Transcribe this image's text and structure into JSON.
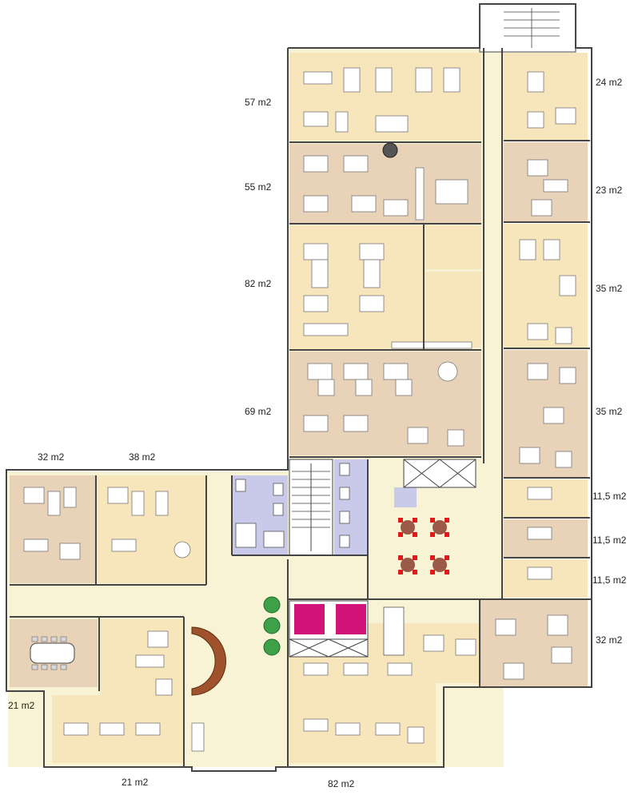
{
  "colors": {
    "room_yellow": "#f7e5bb",
    "room_tan": "#e8d2b8",
    "corridor": "#f8f3d4",
    "wc_blue": "#c9c9ea",
    "wall": "#444444",
    "furniture": "#c8c8c8",
    "plant": "#3ea14a",
    "elevator_magenta": "#d1137a",
    "chair_red": "#e01a1a",
    "table_brown": "#9b5a47",
    "curve_brown": "#a0522d"
  },
  "icons": {
    "stair": "stair-icon",
    "elevator": "elevator-icon",
    "plant": "plant-icon",
    "desk": "desk-icon",
    "round_table": "round-table-icon",
    "toilet": "toilet-icon"
  },
  "rooms": [
    {
      "id": "r57",
      "area": "57 m2"
    },
    {
      "id": "r55",
      "area": "55 m2"
    },
    {
      "id": "r82a",
      "area": "82 m2"
    },
    {
      "id": "r69",
      "area": "69 m2"
    },
    {
      "id": "r24",
      "area": "24 m2"
    },
    {
      "id": "r23",
      "area": "23 m2"
    },
    {
      "id": "r35a",
      "area": "35 m2"
    },
    {
      "id": "r35b",
      "area": "35 m2"
    },
    {
      "id": "r115a",
      "area": "11,5 m2"
    },
    {
      "id": "r115b",
      "area": "11,5 m2"
    },
    {
      "id": "r115c",
      "area": "11,5 m2"
    },
    {
      "id": "r32a",
      "area": "32 m2"
    },
    {
      "id": "r32b",
      "area": "32 m2"
    },
    {
      "id": "r38",
      "area": "38 m2"
    },
    {
      "id": "r21a",
      "area": "21 m2"
    },
    {
      "id": "r21b",
      "area": "21 m2"
    },
    {
      "id": "r82b",
      "area": "82 m2"
    }
  ]
}
